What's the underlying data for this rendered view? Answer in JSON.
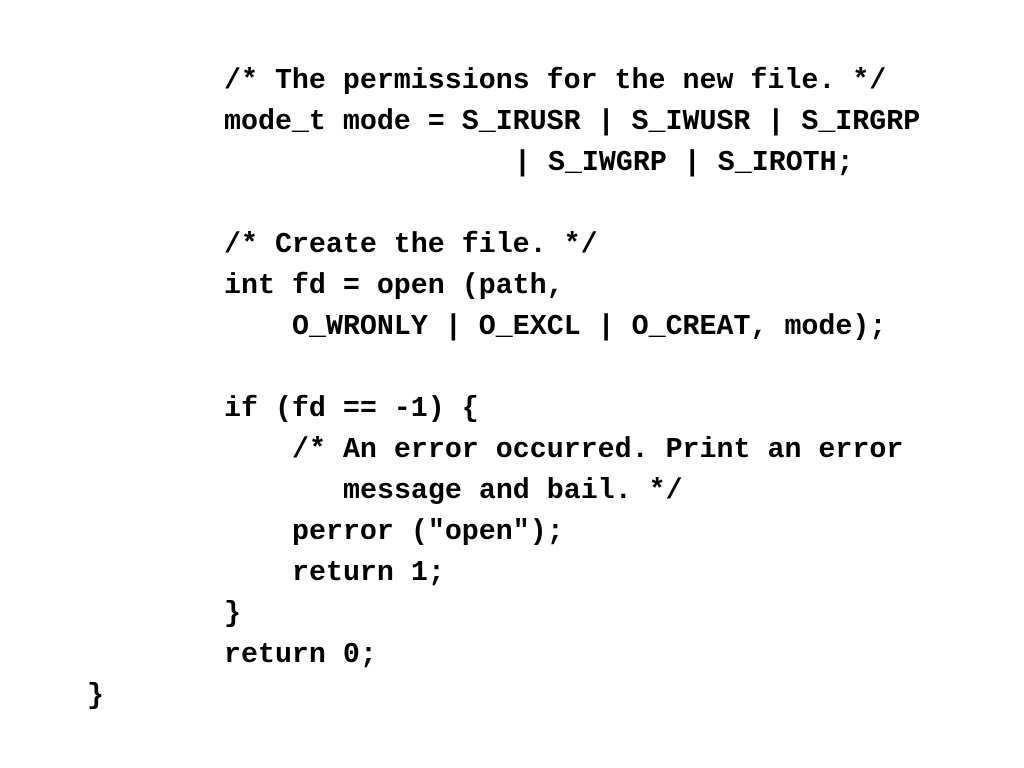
{
  "code": {
    "lines": [
      "/* The permissions for the new file. */",
      "mode_t mode = S_IRUSR | S_IWUSR | S_IRGRP",
      "| S_IWGRP | S_IROTH;",
      "/* Create the file. */",
      "int fd = open (path,",
      "O_WRONLY | O_EXCL | O_CREAT, mode);",
      "if (fd == -1) {",
      "/* An error occurred. Print an error",
      "message and bail. */",
      "perror (\"open\");",
      "return 1;",
      "}",
      "return 0;",
      "}"
    ]
  }
}
